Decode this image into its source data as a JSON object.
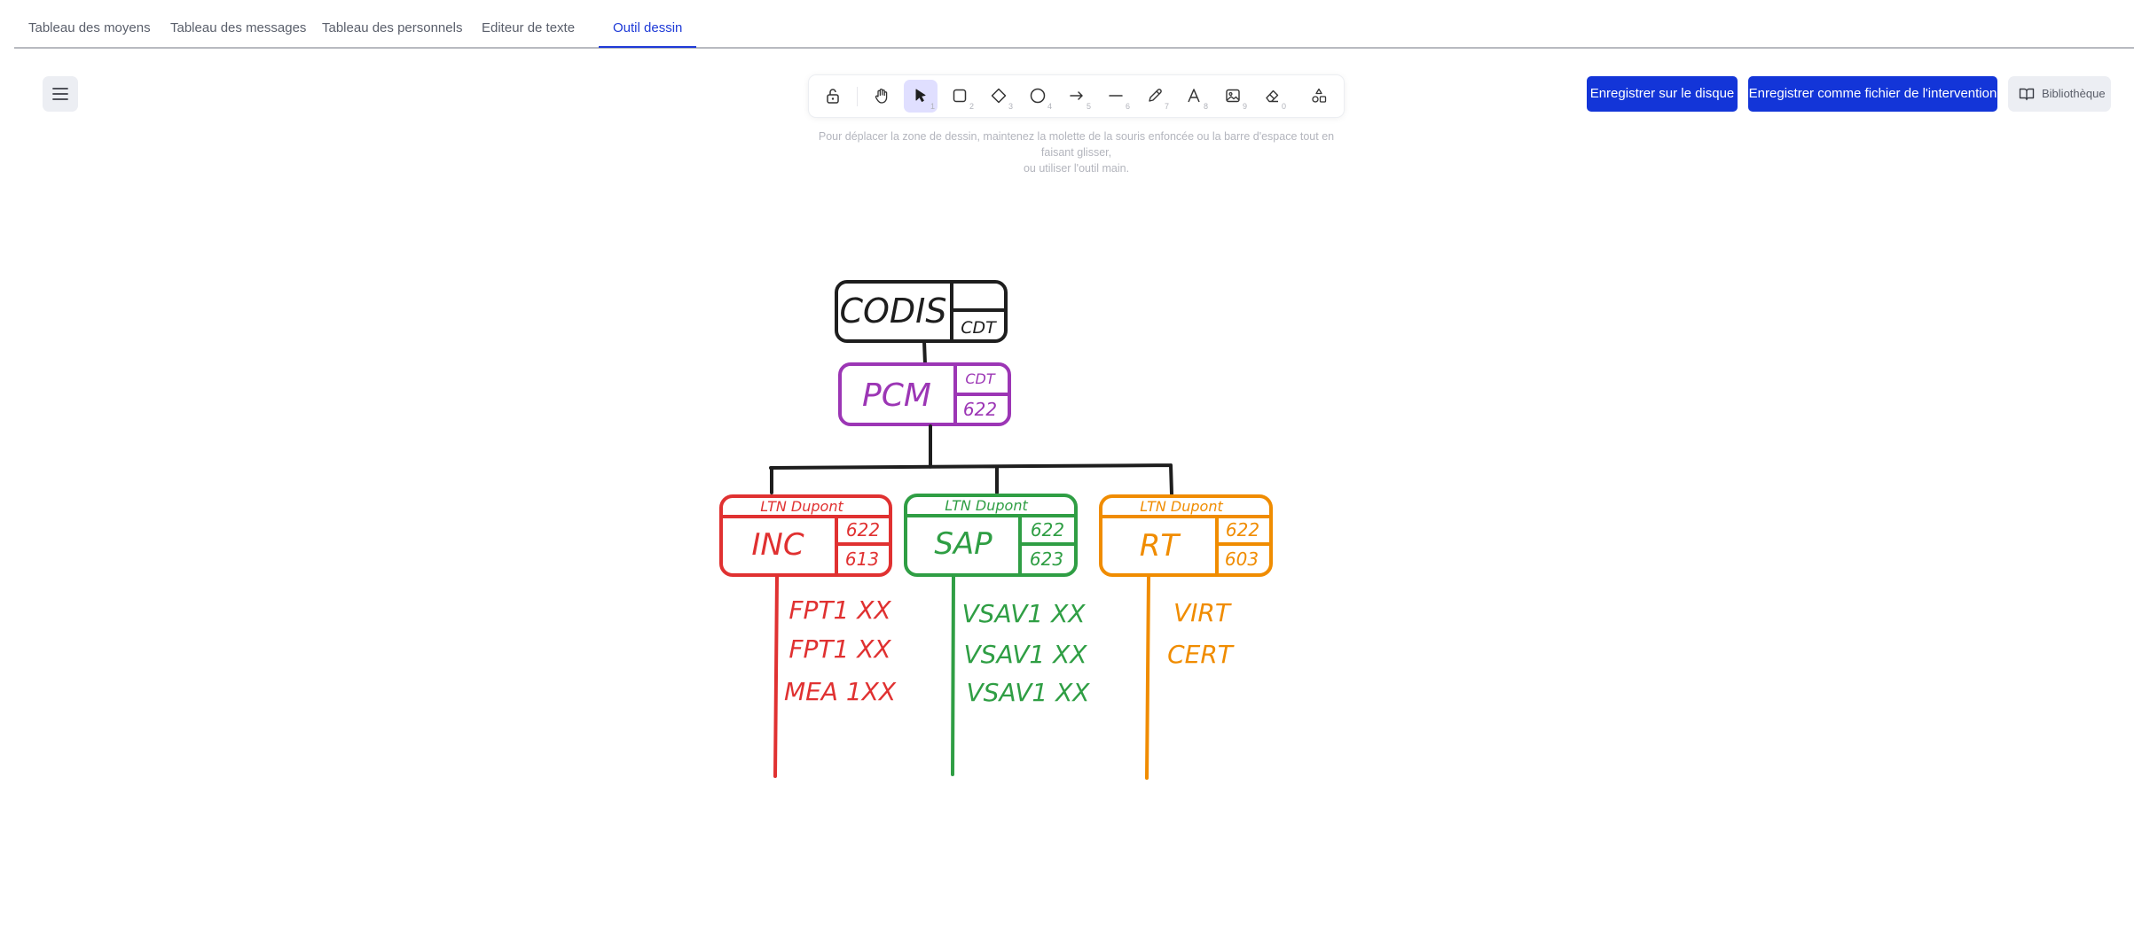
{
  "tabs": [
    {
      "label": "Tableau des moyens"
    },
    {
      "label": "Tableau des messages"
    },
    {
      "label": "Tableau des personnels"
    },
    {
      "label": "Editeur de texte"
    },
    {
      "label": "Outil dessin",
      "active": true
    }
  ],
  "toolbar": {
    "tools": [
      {
        "icon": "lock-open-icon",
        "key": ""
      },
      {
        "icon": "hand-icon",
        "key": ""
      },
      {
        "icon": "pointer-icon",
        "key": "1",
        "active": true
      },
      {
        "icon": "rectangle-icon",
        "key": "2"
      },
      {
        "icon": "diamond-icon",
        "key": "3"
      },
      {
        "icon": "ellipse-icon",
        "key": "4"
      },
      {
        "icon": "arrow-icon",
        "key": "5"
      },
      {
        "icon": "line-icon",
        "key": "6"
      },
      {
        "icon": "pencil-icon",
        "key": "7"
      },
      {
        "icon": "text-icon",
        "key": "8"
      },
      {
        "icon": "image-icon",
        "key": "9"
      },
      {
        "icon": "eraser-icon",
        "key": "0"
      },
      {
        "icon": "shapes-icon",
        "key": ""
      }
    ],
    "hint_line1": "Pour déplacer la zone de dessin, maintenez la molette de la souris enfoncée ou la barre d'espace tout en faisant glisser,",
    "hint_line2": "ou utiliser l'outil main."
  },
  "actions": {
    "save_disk": "Enregistrer sur le disque",
    "save_intervention": "Enregistrer comme fichier de l'intervention",
    "library": "Bibliothèque"
  },
  "drawing": {
    "codis": {
      "title": "CODIS",
      "top": "",
      "bottom": "CDT",
      "color": "#1e1e1e"
    },
    "pcm": {
      "title": "PCM",
      "top": "CDT",
      "bottom": "622",
      "color": "#9c36b5"
    },
    "branches": [
      {
        "header": "LTN Dupont",
        "title": "INC",
        "top": "622",
        "bottom": "613",
        "color": "#e03131",
        "items": [
          "FPT1 XX",
          "FPT1 XX",
          "MEA 1XX"
        ]
      },
      {
        "header": "LTN Dupont",
        "title": "SAP",
        "top": "622",
        "bottom": "623",
        "color": "#2f9e44",
        "items": [
          "VSAV1 XX",
          "VSAV1 XX",
          "VSAV1 XX"
        ]
      },
      {
        "header": "LTN Dupont",
        "title": "RT",
        "top": "622",
        "bottom": "603",
        "color": "#f08c00",
        "items": [
          "VIRT",
          "CERT"
        ]
      }
    ]
  }
}
